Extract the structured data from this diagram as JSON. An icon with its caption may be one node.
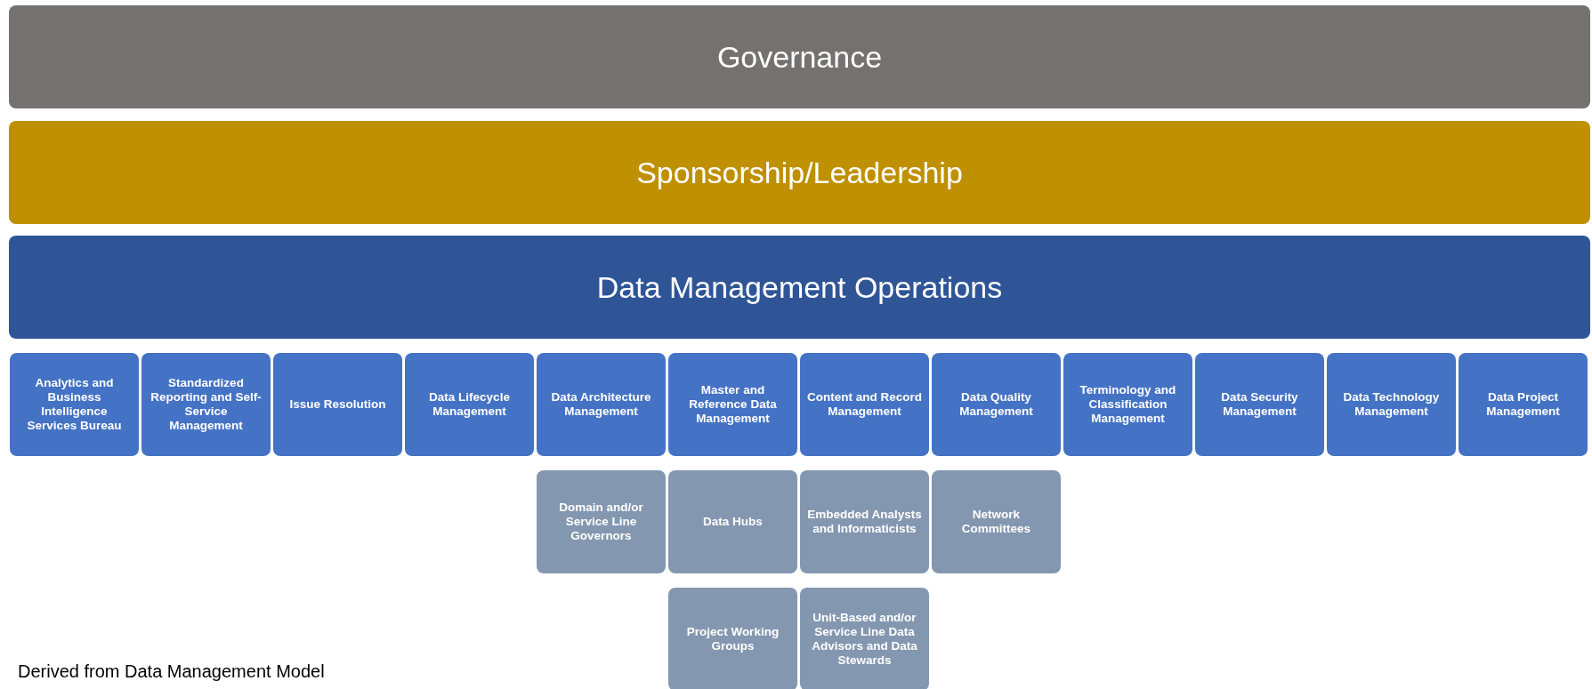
{
  "diagram": {
    "caption": "Derived from Data Management Model",
    "nodes": [
      {
        "text": [
          "Governance"
        ]
      },
      {
        "text": [
          "Sponsorship/Leadership"
        ]
      },
      {
        "text": [
          "Data Management Operations"
        ]
      },
      {
        "text": [
          "Analytics and Business Intelligence Services Bureau"
        ]
      },
      {
        "text": [
          "Standardized Reporting and Self-Service Management"
        ]
      },
      {
        "text": [
          "Issue Resolution"
        ]
      },
      {
        "text": [
          "Data Lifecycle Management"
        ]
      },
      {
        "text": [
          "Data Architecture Management"
        ]
      },
      {
        "text": [
          "Master and Reference Data Management"
        ]
      },
      {
        "text": [
          "Content and Record Management"
        ]
      },
      {
        "text": [
          "Data Quality Management"
        ]
      },
      {
        "text": [
          "Terminology and Classification Management"
        ]
      },
      {
        "text": [
          "Data Security Management"
        ]
      },
      {
        "text": [
          "Data Technology Management"
        ]
      },
      {
        "text": [
          "Data Project Management"
        ]
      },
      {
        "text": [
          "Domain and/or Service Line Governors"
        ]
      },
      {
        "text": [
          "Data Hubs"
        ]
      },
      {
        "text": [
          "Embedded Analysts and Informaticists"
        ]
      },
      {
        "text": [
          "Network Committees"
        ]
      },
      {
        "text": [
          "Project Working Groups"
        ]
      },
      {
        "text": [
          "Unit-Based and/or Service Line Data Advisors and Data Stewards"
        ]
      }
    ],
    "edges": []
  }
}
